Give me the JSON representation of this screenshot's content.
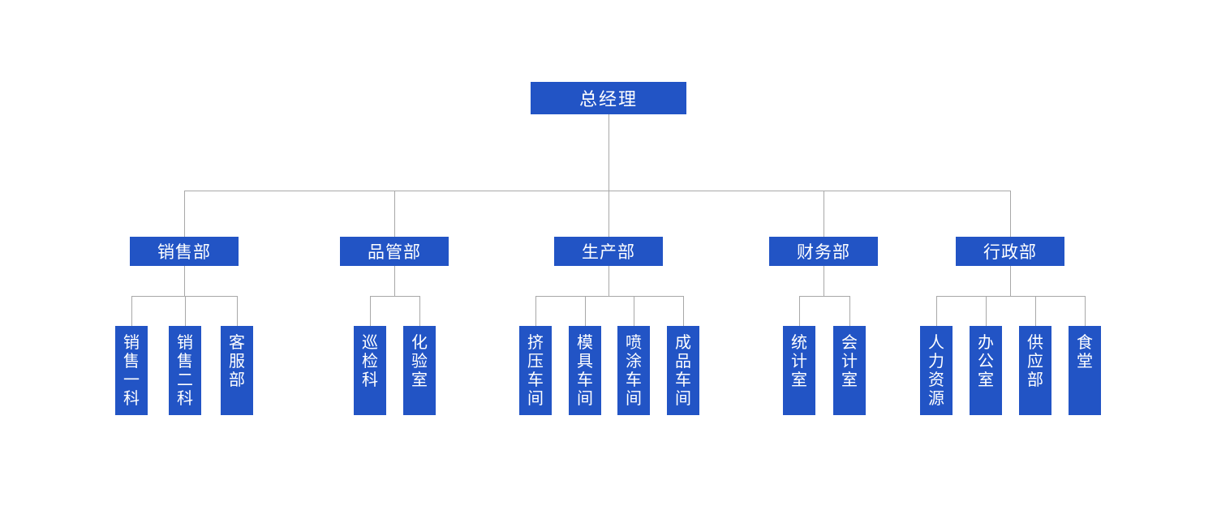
{
  "colors": {
    "node_fill": "#2254C5",
    "node_text": "#FFFFFF",
    "connector": "#A8A8A8"
  },
  "org_chart": {
    "root": {
      "label": "总经理"
    },
    "departments": [
      {
        "label": "销售部",
        "children": [
          {
            "label": "销售一科"
          },
          {
            "label": "销售二科"
          },
          {
            "label": "客服部"
          }
        ]
      },
      {
        "label": "品管部",
        "children": [
          {
            "label": "巡检科"
          },
          {
            "label": "化验室"
          }
        ]
      },
      {
        "label": "生产部",
        "children": [
          {
            "label": "挤压车间"
          },
          {
            "label": "模具车间"
          },
          {
            "label": "喷涂车间"
          },
          {
            "label": "成品车间"
          }
        ]
      },
      {
        "label": "财务部",
        "children": [
          {
            "label": "统计室"
          },
          {
            "label": "会计室"
          }
        ]
      },
      {
        "label": "行政部",
        "children": [
          {
            "label": "人力资源"
          },
          {
            "label": "办公室"
          },
          {
            "label": "供应部"
          },
          {
            "label": "食堂"
          }
        ]
      }
    ]
  }
}
